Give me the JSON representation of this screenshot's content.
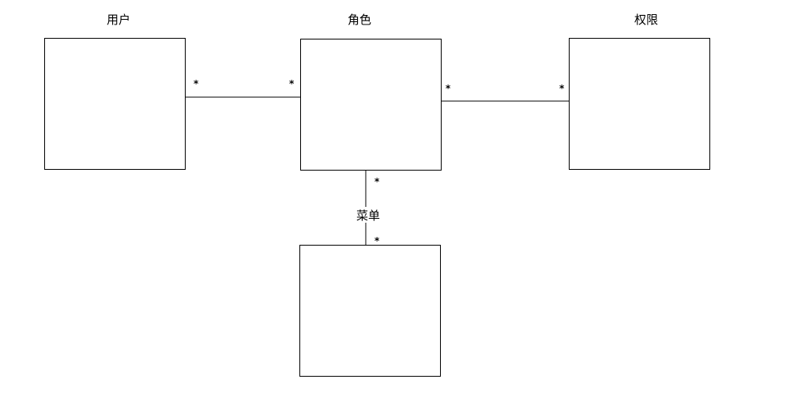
{
  "entities": {
    "user": {
      "label": "用户"
    },
    "role": {
      "label": "角色"
    },
    "permission": {
      "label": "权限"
    },
    "menu": {
      "label": "菜单"
    }
  },
  "associations": {
    "user_role": {
      "source_multiplicity": "*",
      "target_multiplicity": "*"
    },
    "role_permission": {
      "source_multiplicity": "*",
      "target_multiplicity": "*"
    },
    "role_menu": {
      "source_multiplicity": "*",
      "target_multiplicity": "*"
    }
  },
  "colors": {
    "stroke": "#000000",
    "background": "#ffffff"
  }
}
